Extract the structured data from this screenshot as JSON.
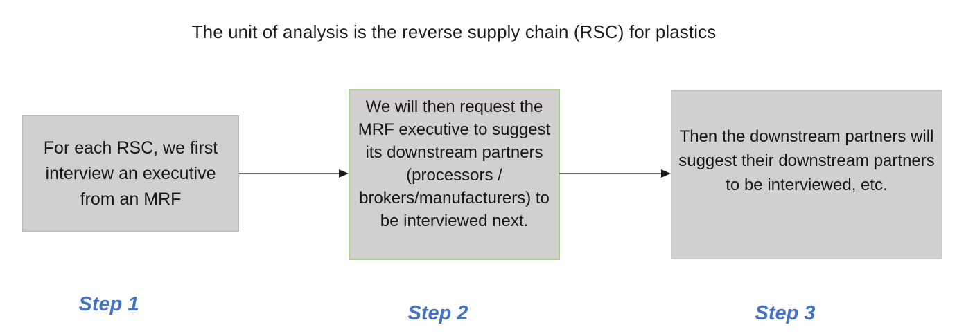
{
  "title": "The unit of analysis is the reverse supply chain (RSC) for plastics",
  "diagram": {
    "type": "flowchart",
    "direction": "left-to-right",
    "steps": [
      {
        "label": "Step 1",
        "box_text": "For each RSC, we first interview an executive from an MRF"
      },
      {
        "label": "Step 2",
        "box_text": "We will then request the MRF executive to suggest its downstream partners (processors / brokers/manufacturers) to be interviewed next."
      },
      {
        "label": "Step 3",
        "box_text": "Then the downstream partners will suggest their downstream partners to be interviewed, etc."
      }
    ],
    "connectors": [
      {
        "from": "Step 1",
        "to": "Step 2",
        "style": "arrow-right"
      },
      {
        "from": "Step 2",
        "to": "Step 3",
        "style": "arrow-right"
      }
    ]
  },
  "colors": {
    "box_fill": "#d1cfcf",
    "box_border_gray": "#bab7b7",
    "box_border_green": "#a9d18e",
    "step_label_blue": "#4472c4",
    "arrow_line": "#3f3f3f",
    "text": "#171717",
    "background": "#ffffff"
  }
}
